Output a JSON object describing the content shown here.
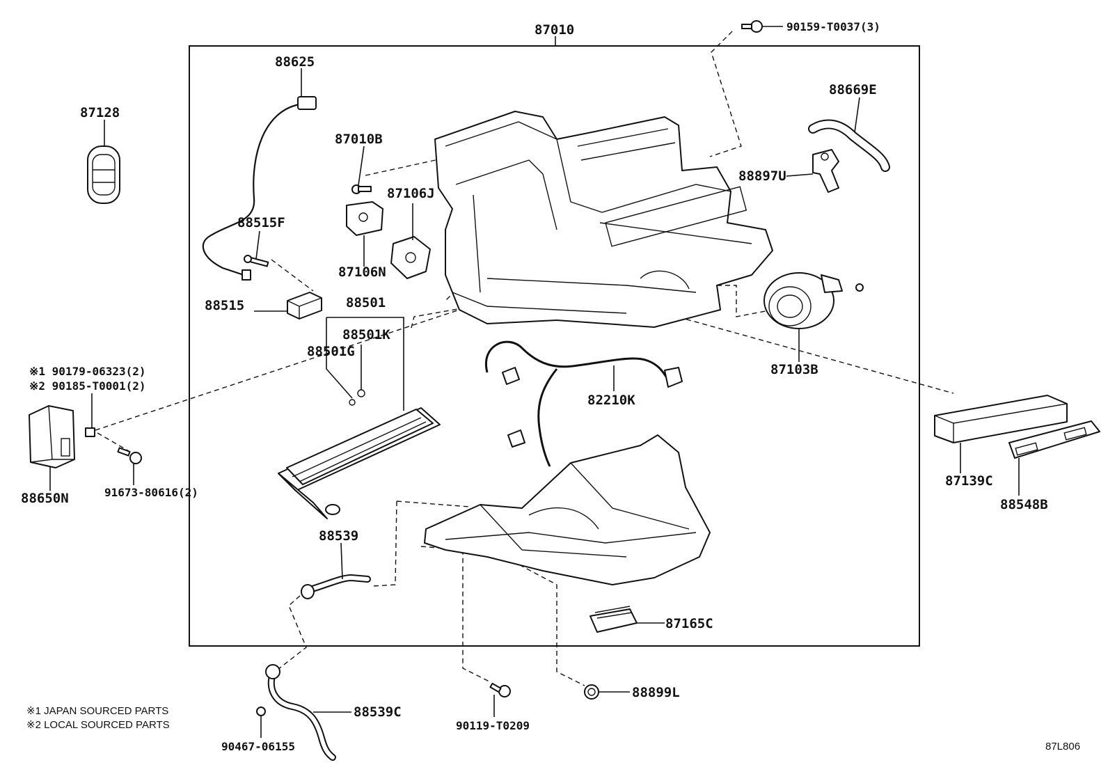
{
  "diagram_id": "87L806",
  "notes": [
    "※1 JAPAN SOURCED PARTS",
    "※2 LOCAL SOURCED PARTS"
  ],
  "parts": {
    "p87010": "87010",
    "p90159": "90159-T0037(3)",
    "p88625": "88625",
    "p87128": "87128",
    "p88669E": "88669E",
    "p87010B": "87010B",
    "p88897U": "88897U",
    "p87106J": "87106J",
    "p88515F": "88515F",
    "p87106N": "87106N",
    "p88515": "88515",
    "p88501": "88501",
    "p88501K": "88501K",
    "p88501G": "88501G",
    "p87103B": "87103B",
    "p90179": "※1 90179-06323(2)",
    "p90185": "※2 90185-T0001(2)",
    "p82210K": "82210K",
    "p91673": "91673-80616(2)",
    "p88650N": "88650N",
    "p87139C": "87139C",
    "p88548B": "88548B",
    "p88539": "88539",
    "p87165C": "87165C",
    "p88899L": "88899L",
    "p88539C": "88539C",
    "p90119": "90119-T0209",
    "p90467": "90467-06155"
  }
}
